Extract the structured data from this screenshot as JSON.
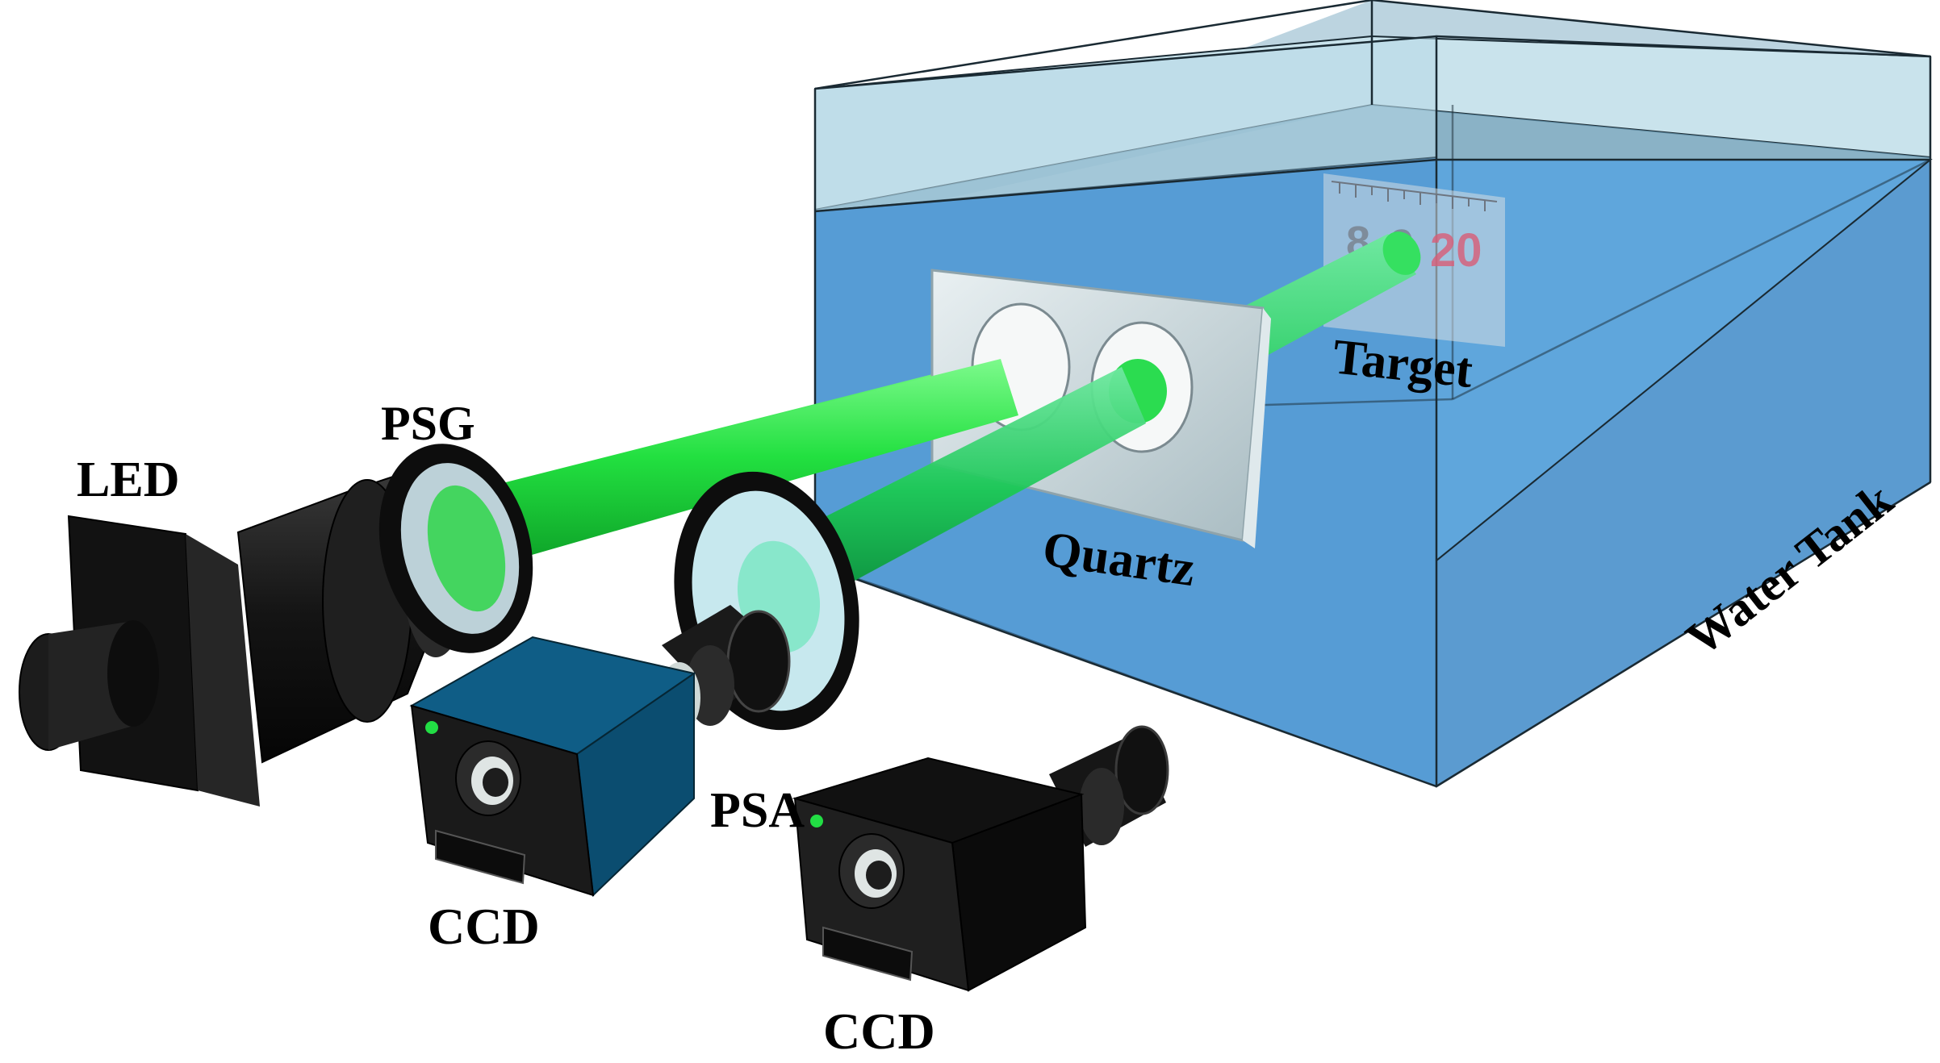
{
  "labels": {
    "led": "LED",
    "psg": "PSG",
    "psa": "PSA",
    "ccd_1": "CCD",
    "ccd_2": "CCD",
    "quartz": "Quartz",
    "target": "Target",
    "water_tank": "Water Tank"
  },
  "target_scale": {
    "digits": [
      "8",
      "9",
      "20"
    ]
  },
  "colors": {
    "beam": "#22e040",
    "water": "#5fa6dc",
    "water_top": "#c9e3ec",
    "camera_teal": "#0f5d86",
    "device_black": "#161616",
    "quartz_window": "#c9d6da",
    "status_led": "#22dd44"
  },
  "icons": {
    "led": "led-light-source-icon",
    "psg": "polarizer-ring-icon",
    "psa": "polarizer-ring-icon",
    "ccd": "camera-icon"
  }
}
